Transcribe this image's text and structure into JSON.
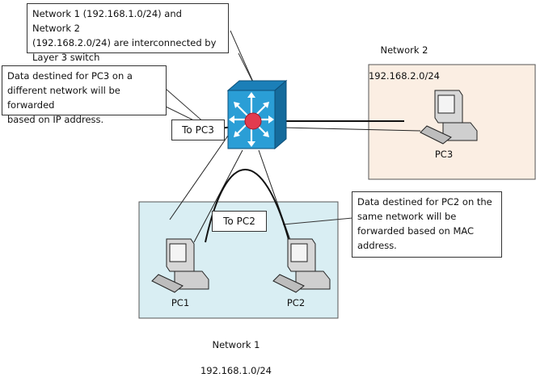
{
  "callouts": {
    "l3_note": "Network 1 (192.168.1.0/24) and Network 2\n(192.168.2.0/24) are interconnected by\nLayer 3 switch",
    "ip_forward_note": "Data destined for PC3 on a\ndifferent network will be forwarded\nbased on IP address.",
    "mac_forward_note": "Data destined for PC2 on the\nsame network will be\nforwarded based on MAC\naddress."
  },
  "networks": {
    "network1": {
      "name": "Network 1",
      "subnet": "192.168.1.0/24"
    },
    "network2": {
      "name": "Network 2",
      "subnet": "192.168.2.0/24"
    }
  },
  "pcs": {
    "pc1": "PC1",
    "pc2": "PC2",
    "pc3": "PC3"
  },
  "tags": {
    "to_pc3": "To PC3",
    "to_pc2": "To PC2"
  },
  "colors": {
    "network1_fill": "#d9eef3",
    "network2_fill": "#fbeee3",
    "switch_blue": "#2a9ed6",
    "switch_center": "#e23b4e"
  }
}
